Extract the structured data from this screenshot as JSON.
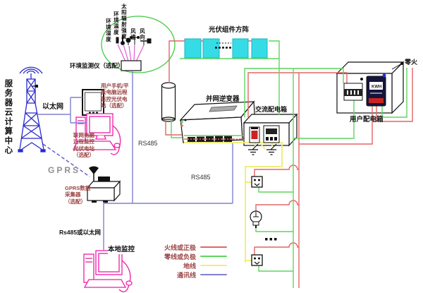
{
  "colors": {
    "live": "#e06666",
    "neutral": "#5fd65f",
    "ground": "#f0ee7d",
    "comm": "#8080d0",
    "fan": "#e05ad5",
    "magenta": "#ee1ca8",
    "cyan": "#35dce6",
    "cyanBorder": "#15b6c6",
    "tower": "#2b2bcc",
    "circle": "#44c944",
    "note": "#9c4444",
    "graytext": "#8f8f8f",
    "black": "#111111"
  },
  "labels": {
    "server_center": "服务器云计算中心",
    "ethernet": "以太网",
    "gprs_link": "GPRS",
    "tablet_note": "用户手机/平\n板电脑远程\n监控光伏电\n站（选配）",
    "pc_note": "联网电脑\n远程监控\n光伏电站\n（选配）",
    "env_monitor": "环境监测仪（选配）",
    "pv_array": "光伏组件方阵",
    "inverter": "并网逆变器",
    "rs485_left": "RS485",
    "rs485_mid": "RS485",
    "collector_note": "GPRS数据\n采集器\n（选配）",
    "collector_chip": "GPRS",
    "rs485_or_eth": "Rs485或以太网",
    "local_monitor": "本地监控",
    "ac_box": "交流配电箱",
    "user_box": "用户配电箱",
    "zero_fire": "零火",
    "meter_kwh": "KWH"
  },
  "sensors": [
    "环境湿度",
    "环境温度",
    "太阳辐射强度",
    "风速",
    "风向"
  ],
  "legend": {
    "items": [
      {
        "label": "火线或正极",
        "color": "#e06666"
      },
      {
        "label": "零线或负极",
        "color": "#5fd65f"
      },
      {
        "label": "地线",
        "color": "#f0ee7d"
      },
      {
        "label": "通讯线",
        "color": "#8080d0"
      }
    ]
  }
}
